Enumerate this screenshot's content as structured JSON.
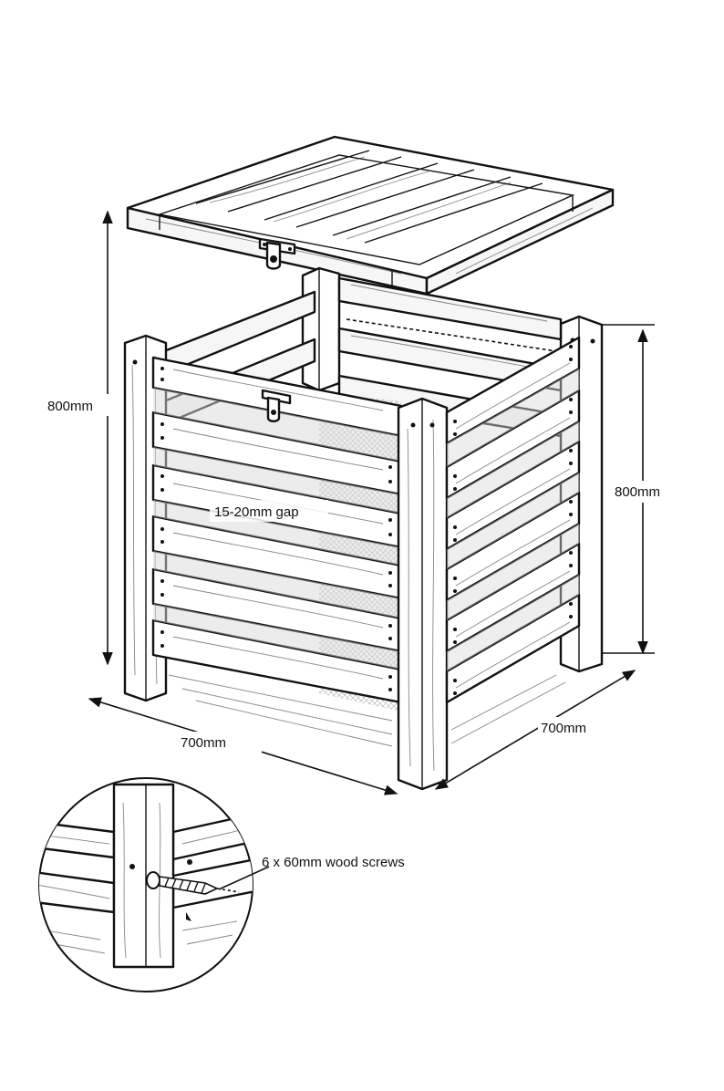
{
  "dimensions": {
    "height_left": "800mm",
    "height_right": "800mm",
    "width_front": "700mm",
    "depth_side": "700mm"
  },
  "annotations": {
    "slat_gap": "15-20mm gap",
    "screws": "6 x 60mm wood screws"
  }
}
